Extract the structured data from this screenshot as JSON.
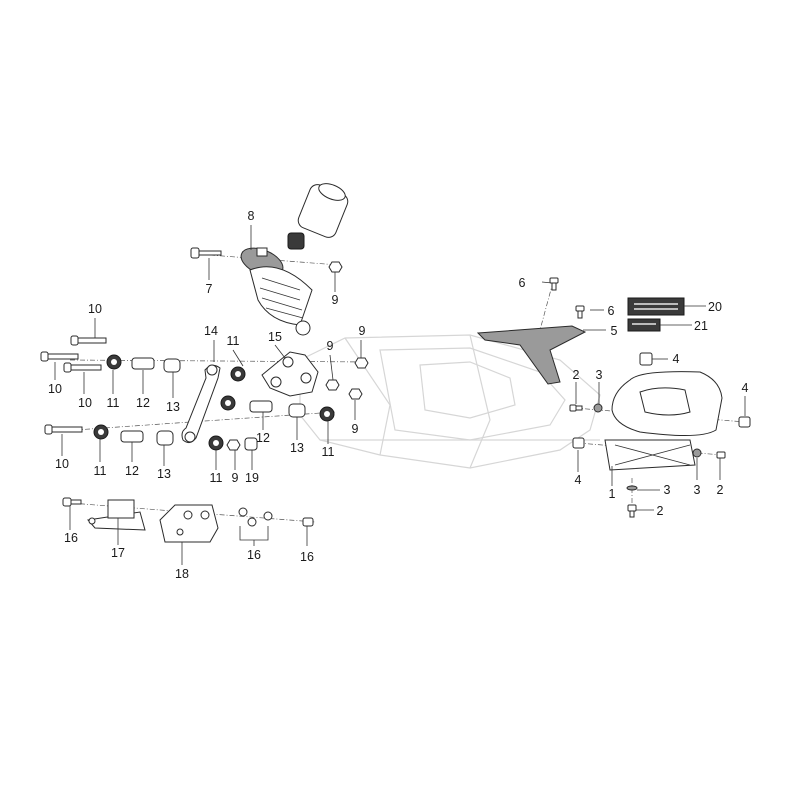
{
  "diagram": {
    "callouts": [
      "1",
      "2",
      "3",
      "4",
      "5",
      "6",
      "7",
      "8",
      "9",
      "10",
      "11",
      "12",
      "13",
      "14",
      "15",
      "16",
      "17",
      "18",
      "19",
      "20",
      "21"
    ]
  },
  "colors": {
    "line": "#2b2b2b",
    "ghost_frame": "#d6d6d6",
    "label_plate": "#3a3a3a"
  }
}
